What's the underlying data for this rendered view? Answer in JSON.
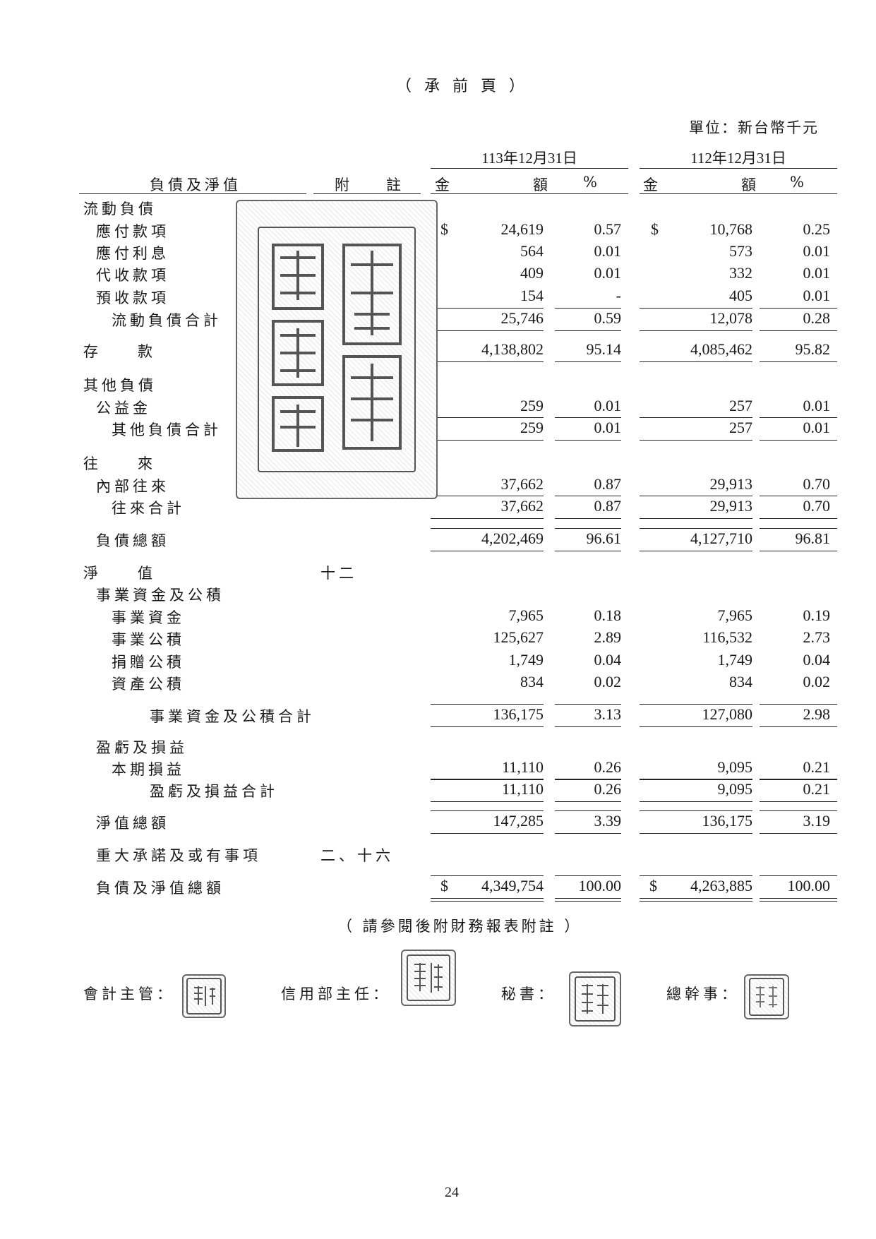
{
  "header": {
    "continued": "（承前頁）",
    "unit": "單位：新台幣千元"
  },
  "periods": {
    "p1": "113年12月31日",
    "p2": "112年12月31日"
  },
  "columns": {
    "item": "負債及淨值",
    "note": "附註",
    "amount1": "金額",
    "pct1": "%",
    "amount2": "金額",
    "pct2": "%"
  },
  "rows": [
    {
      "label": "流動負債",
      "note": "",
      "a1": "",
      "p1": "",
      "a2": "",
      "p2": ""
    },
    {
      "label": "應付款項",
      "note": "",
      "a1": "24,619",
      "p1": "0.57",
      "a2": "10,768",
      "p2": "0.25"
    },
    {
      "label": "應付利息",
      "note": "",
      "a1": "564",
      "p1": "0.01",
      "a2": "573",
      "p2": "0.01"
    },
    {
      "label": "代收款項",
      "note": "",
      "a1": "409",
      "p1": "0.01",
      "a2": "332",
      "p2": "0.01"
    },
    {
      "label": "預收款項",
      "note": "",
      "a1": "154",
      "p1": "-",
      "a2": "405",
      "p2": "0.01"
    },
    {
      "label": "流動負債合計",
      "note": "",
      "a1": "25,746",
      "p1": "0.59",
      "a2": "12,078",
      "p2": "0.28"
    },
    {
      "label": "存款",
      "note": "",
      "a1": "4,138,802",
      "p1": "95.14",
      "a2": "4,085,462",
      "p2": "95.82"
    },
    {
      "label": "其他負債",
      "note": "",
      "a1": "",
      "p1": "",
      "a2": "",
      "p2": ""
    },
    {
      "label": "公益金",
      "note": "",
      "a1": "259",
      "p1": "0.01",
      "a2": "257",
      "p2": "0.01"
    },
    {
      "label": "其他負債合計",
      "note": "",
      "a1": "259",
      "p1": "0.01",
      "a2": "257",
      "p2": "0.01"
    },
    {
      "label": "往來",
      "note": "",
      "a1": "",
      "p1": "",
      "a2": "",
      "p2": ""
    },
    {
      "label": "內部往來",
      "note": "",
      "a1": "37,662",
      "p1": "0.87",
      "a2": "29,913",
      "p2": "0.70"
    },
    {
      "label": "往來合計",
      "note": "",
      "a1": "37,662",
      "p1": "0.87",
      "a2": "29,913",
      "p2": "0.70"
    },
    {
      "label": "負債總額",
      "note": "",
      "a1": "4,202,469",
      "p1": "96.61",
      "a2": "4,127,710",
      "p2": "96.81"
    },
    {
      "label": "淨值",
      "note": "十二",
      "a1": "",
      "p1": "",
      "a2": "",
      "p2": ""
    },
    {
      "label": "事業資金及公積",
      "note": "",
      "a1": "",
      "p1": "",
      "a2": "",
      "p2": ""
    },
    {
      "label": "事業資金",
      "note": "",
      "a1": "7,965",
      "p1": "0.18",
      "a2": "7,965",
      "p2": "0.19"
    },
    {
      "label": "事業公積",
      "note": "",
      "a1": "125,627",
      "p1": "2.89",
      "a2": "116,532",
      "p2": "2.73"
    },
    {
      "label": "捐贈公積",
      "note": "",
      "a1": "1,749",
      "p1": "0.04",
      "a2": "1,749",
      "p2": "0.04"
    },
    {
      "label": "資產公積",
      "note": "",
      "a1": "834",
      "p1": "0.02",
      "a2": "834",
      "p2": "0.02"
    },
    {
      "label": "事業資金及公積合計",
      "note": "",
      "a1": "136,175",
      "p1": "3.13",
      "a2": "127,080",
      "p2": "2.98"
    },
    {
      "label": "盈虧及損益",
      "note": "",
      "a1": "",
      "p1": "",
      "a2": "",
      "p2": ""
    },
    {
      "label": "本期損益",
      "note": "",
      "a1": "11,110",
      "p1": "0.26",
      "a2": "9,095",
      "p2": "0.21"
    },
    {
      "label": "盈虧及損益合計",
      "note": "",
      "a1": "11,110",
      "p1": "0.26",
      "a2": "9,095",
      "p2": "0.21"
    },
    {
      "label": "淨值總額",
      "note": "",
      "a1": "147,285",
      "p1": "3.39",
      "a2": "136,175",
      "p2": "3.19"
    },
    {
      "label": "重大承諾及或有事項",
      "note": "二、十六",
      "a1": "",
      "p1": "",
      "a2": "",
      "p2": ""
    },
    {
      "label": "負債及淨值總額",
      "note": "",
      "a1": "4,349,754",
      "p1": "100.00",
      "a2": "4,263,885",
      "p2": "100.00"
    }
  ],
  "currency_symbol": "$",
  "footer": {
    "note": "（ 請參閱後附財務報表附註 ）",
    "sig1": "會計主管：",
    "sig2": "信用部主任：",
    "sig3": "秘書：",
    "sig4": "總幹事：",
    "page_number": "24"
  }
}
